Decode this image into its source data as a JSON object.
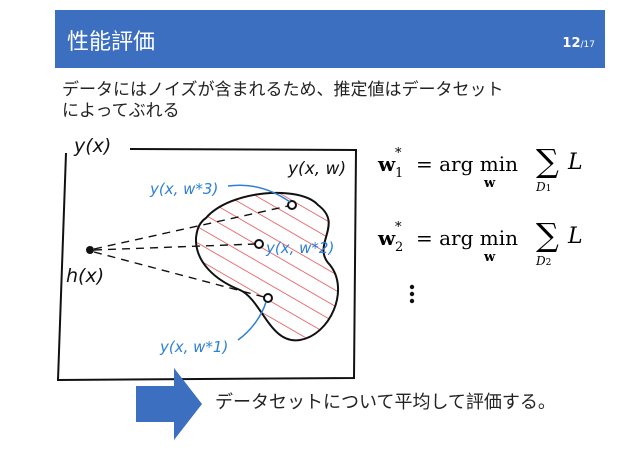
{
  "slide": {
    "title": "性能評価",
    "page_number": "12",
    "page_total": "/17",
    "body_text": "データにはノイズが含まれるため、推定値はデータセット\nによってぶれる",
    "bottom_text": "データセットについて平均して評価する。"
  },
  "diagram": {
    "labels": {
      "y_x": "y(x)",
      "y_x_w": "y(x, w)",
      "y_x_w3": "y(x, w*3)",
      "y_x_w2": "y(x, w*2)",
      "y_x_w1": "y(x, w*1)",
      "h_x": "h(x)"
    },
    "colors": {
      "blue": "#2e7fd6",
      "red": "#e03c3c",
      "arrow": "#3c6fc0"
    }
  },
  "equations": {
    "eq1": {
      "lhs": "w",
      "sub": "1",
      "sup": "*",
      "rel": "= arg min",
      "under": "w",
      "sum_sub": "D",
      "sum_sub_index": "1",
      "loss": "L"
    },
    "eq2": {
      "lhs": "w",
      "sub": "2",
      "sup": "*",
      "rel": "= arg min",
      "under": "w",
      "sum_sub": "D",
      "sum_sub_index": "2",
      "loss": "L"
    }
  }
}
